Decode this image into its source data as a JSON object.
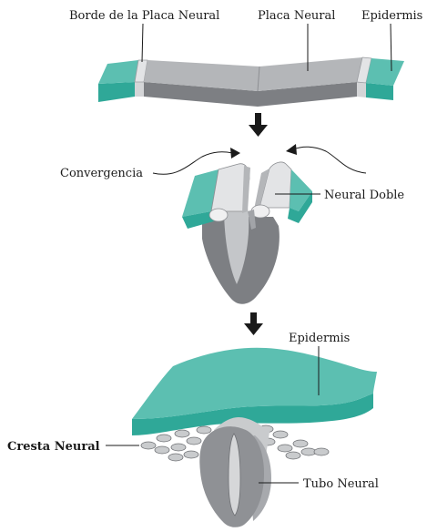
{
  "labels": {
    "borde_placa": "Borde de la Placa Neural",
    "placa_neural": "Placa Neural",
    "epidermis_top": "Epidermis",
    "convergencia": "Convergencia",
    "neural_doble": "Neural Doble",
    "epidermis_bottom": "Epidermis",
    "cresta_neural": "Cresta Neural",
    "tubo_neural": "Tubo Neural"
  },
  "colors": {
    "epidermis_teal": "#5cbfb1",
    "epidermis_teal_dark": "#2fa898",
    "plate_gray": "#b4b6b9",
    "plate_gray_dark": "#7d7f83",
    "border_light": "#e3e4e6",
    "tube_gray": "#8f9195",
    "crest_gray": "#c9cbcd"
  }
}
